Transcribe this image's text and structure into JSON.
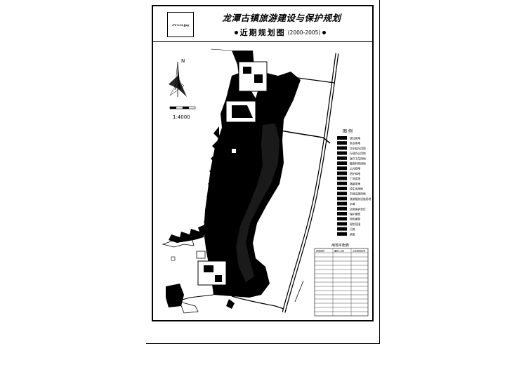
{
  "stamp_text": "ZY-213.jpg",
  "title": "龙潭古镇旅游建设与保护规划",
  "subtitle": "近期规划图",
  "years": "(2000-2005)",
  "north": "N",
  "scale_text": "1:4000",
  "legend": {
    "heading": "图 例",
    "items": [
      "居住用地",
      "商业用地",
      "文化娱乐用地",
      "行政办公用地",
      "医疗卫生用地",
      "教育科研用地",
      "公共绿地",
      "防护绿地",
      "广场用地",
      "道路用地",
      "停车场用地",
      "市政设施用地",
      "旅游服务设施用地",
      "水域",
      "文物保护单位",
      "保护建筑",
      "特色建筑",
      "规划范围",
      "河流",
      "桥梁"
    ]
  },
  "table": {
    "heading": "用地平衡表",
    "columns": [
      "用地名称",
      "面积(公顷)",
      "占总用地比例"
    ]
  },
  "colors": {
    "ink": "#000000",
    "paper": "#ffffff"
  }
}
